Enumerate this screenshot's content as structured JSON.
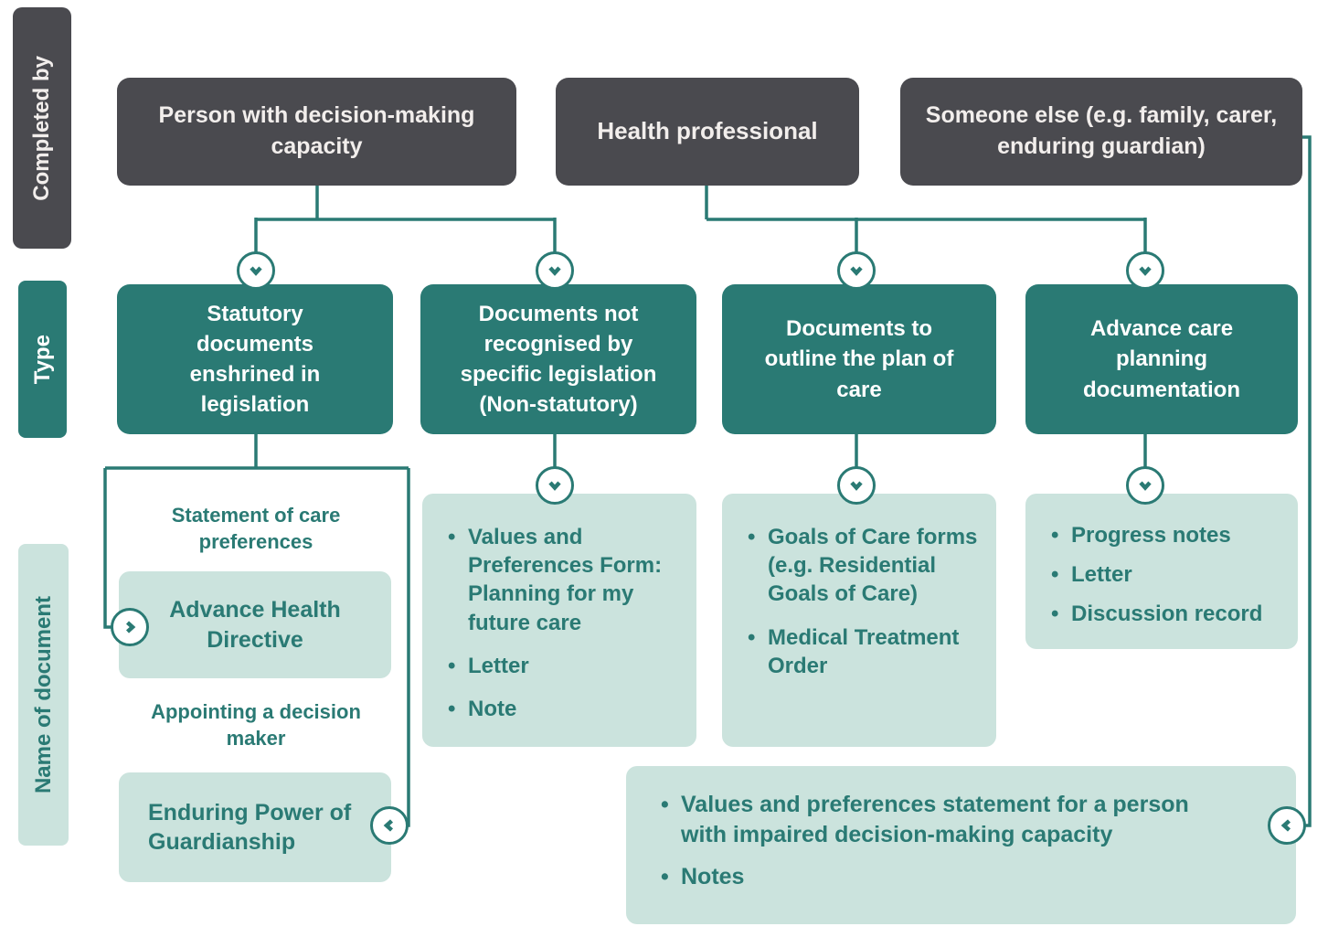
{
  "sidebar": {
    "completed_by": "Completed by",
    "type": "Type",
    "name_of_document": "Name of document"
  },
  "completed_by": {
    "person": "Person with decision-making capacity",
    "health_professional": "Health professional",
    "someone_else": "Someone else (e.g. family, carer, enduring guardian)"
  },
  "types": {
    "statutory": "Statutory documents enshrined in legislation",
    "non_statutory": "Documents not recognised by specific legislation (Non-statutory)",
    "plan_of_care": "Documents to outline the plan of care",
    "acp_documentation": "Advance care planning documentation"
  },
  "documents": {
    "statutory": {
      "care_preferences_label": "Statement of care preferences",
      "care_preferences_doc": "Advance Health Directive",
      "decision_maker_label": "Appointing a decision maker",
      "decision_maker_doc": "Enduring Power of Guardianship"
    },
    "non_statutory": {
      "items": [
        "Values and Preferences Form: Planning for my future care",
        "Letter",
        "Note"
      ]
    },
    "plan_of_care": {
      "items": [
        "Goals of Care forms (e.g. Residential Goals of Care)",
        "Medical Treatment Order"
      ]
    },
    "acp_documentation": {
      "items": [
        "Progress notes",
        "Letter",
        "Discussion record"
      ]
    },
    "someone_else": {
      "items": [
        "Values and preferences statement for a person with impaired decision-making capacity",
        "Notes"
      ]
    }
  },
  "colors": {
    "dark_gray": "#4a4a4f",
    "teal": "#2a7a74",
    "mint": "#cbe3dd"
  }
}
